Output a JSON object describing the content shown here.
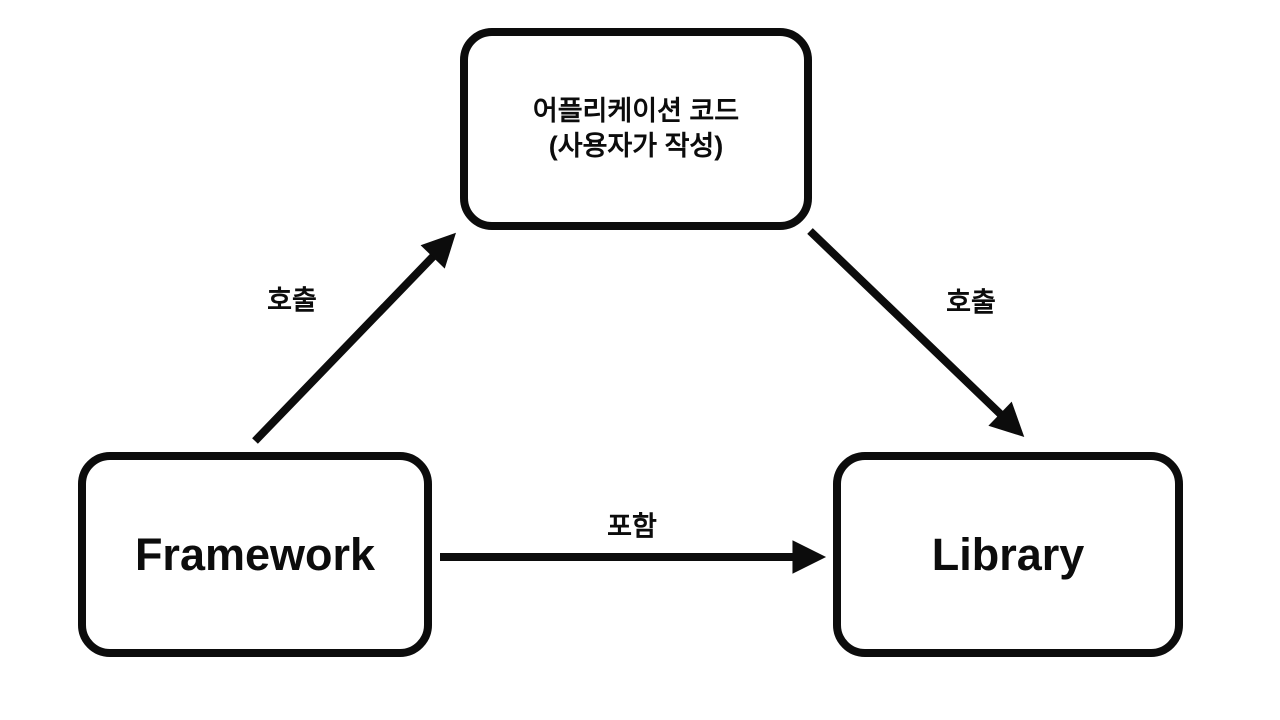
{
  "diagram": {
    "background_color": "#ffffff",
    "stroke_color": "#0c0c0c",
    "nodes": {
      "app_code": {
        "label_line1": "어플리케이션 코드",
        "label_line2": "(사용자가 작성)"
      },
      "framework": {
        "label": "Framework"
      },
      "library": {
        "label": "Library"
      }
    },
    "edges": {
      "framework_to_app_code": {
        "label": "호출",
        "direction": "framework → app_code"
      },
      "app_code_to_library": {
        "label": "호출",
        "direction": "app_code → library"
      },
      "framework_to_library": {
        "label": "포함",
        "direction": "framework → library"
      }
    }
  }
}
